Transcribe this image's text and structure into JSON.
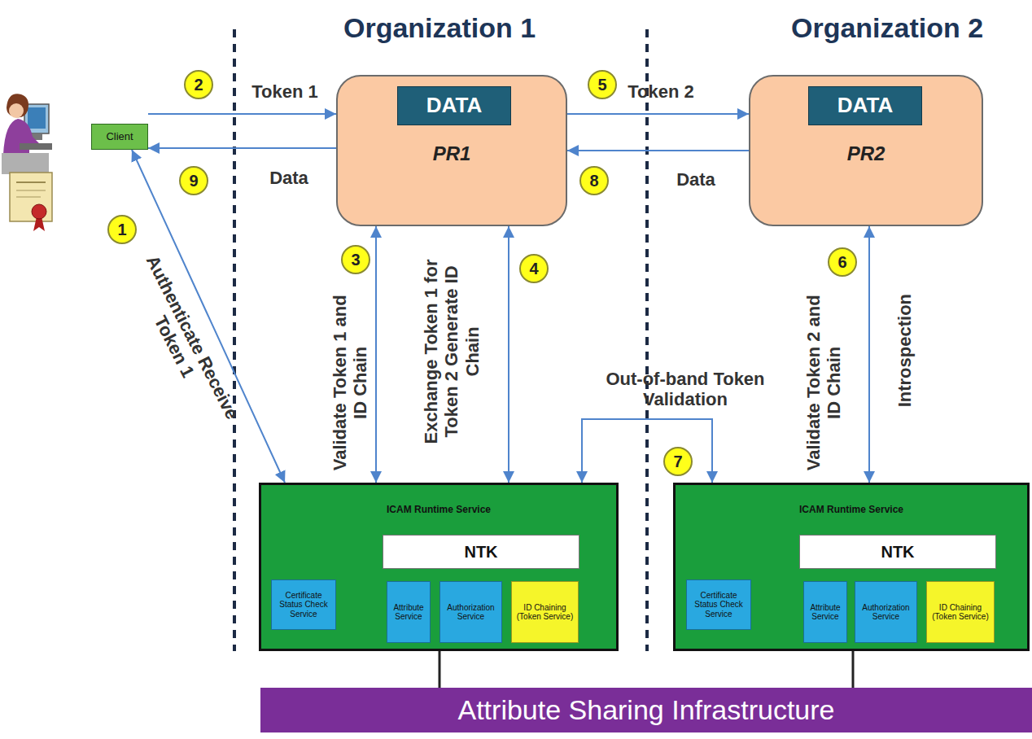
{
  "diagram": {
    "nodes": [
      {
        "text": [
          "Client"
        ]
      },
      {
        "text": [
          "PR1"
        ]
      },
      {
        "text": [
          "DATA"
        ],
        "in": 1
      },
      {
        "text": [
          "PR2"
        ]
      },
      {
        "text": [
          "DATA"
        ],
        "in": 3
      },
      {
        "text": [
          "ICAM Runtime Service"
        ]
      },
      {
        "text": [
          "NTK"
        ],
        "in": 5
      },
      {
        "text": [
          "Certificate Status Check Service"
        ],
        "in": 5
      },
      {
        "text": [
          "Attribute Service"
        ],
        "in": 5
      },
      {
        "text": [
          "Authorization Service"
        ],
        "in": 5
      },
      {
        "text": [
          "ID Chaining (Token Service)"
        ],
        "in": 5
      },
      {
        "text": [
          "ICAM Runtime Service"
        ]
      },
      {
        "text": [
          "NTK"
        ],
        "in": 11
      },
      {
        "text": [
          "Certificate Status Check Service"
        ],
        "in": 11
      },
      {
        "text": [
          "Attribute Service"
        ],
        "in": 11
      },
      {
        "text": [
          "Authorization Service"
        ],
        "in": 11
      },
      {
        "text": [
          "ID Chaining (Token Service)"
        ],
        "in": 11
      },
      {
        "text": [
          "Attribute Sharing Infrastructure"
        ]
      }
    ],
    "edges": [
      {
        "from": 0,
        "to": 5,
        "arrow": "both",
        "label": "Authenticate Receive Token 1"
      },
      {
        "from": 0,
        "to": 1,
        "arrow": "to",
        "label": "Token 1"
      },
      {
        "from": 1,
        "to": 5,
        "arrow": "both",
        "label": "Validate Token 1 and ID Chain"
      },
      {
        "from": 1,
        "to": 5,
        "arrow": "both",
        "label": "Exchange Token 1 for Token 2 Generate ID Chain"
      },
      {
        "from": 1,
        "to": 3,
        "arrow": "to",
        "label": "Token 2"
      },
      {
        "from": 3,
        "to": 11,
        "arrow": "both",
        "label": "Validate Token 2 and ID Chain"
      },
      {
        "from": 5,
        "to": 11,
        "arrow": "both",
        "label": "Out-of-band Token Validation"
      },
      {
        "from": 3,
        "to": 1,
        "arrow": "to",
        "label": "Data"
      },
      {
        "from": 1,
        "to": 0,
        "arrow": "to",
        "label": "Data"
      },
      {
        "from": 5,
        "to": 17,
        "arrow": "none"
      },
      {
        "from": 11,
        "to": 17,
        "arrow": "none"
      }
    ],
    "labels": [
      "Organization 1",
      "Organization 2",
      "1",
      "2",
      "3",
      "4",
      "5",
      "6",
      "7",
      "8",
      "9",
      "Introspection"
    ]
  }
}
